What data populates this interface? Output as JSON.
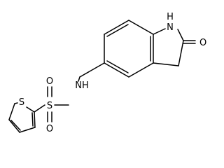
{
  "diagram": {
    "atom_labels": {
      "nh_ring": "N\nH",
      "oxo": "O",
      "nh_sulfonamide": "NH",
      "sulfur_sulfonyl": "S",
      "oxygen_up": "O",
      "oxygen_down": "O",
      "sulfur_thiophene": "S"
    }
  }
}
